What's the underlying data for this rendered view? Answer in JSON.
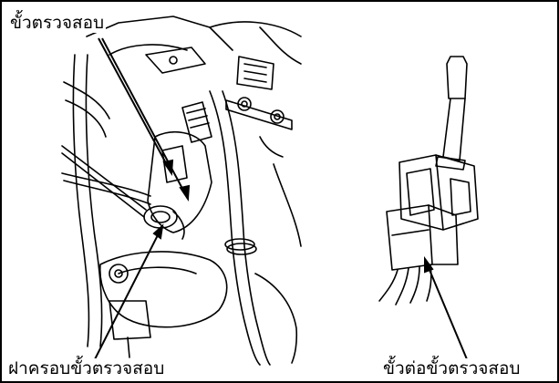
{
  "labels": {
    "test_terminal": "ขั้วตรวจสอบ",
    "terminal_cover": "ฝาครอบขั้วตรวจสอบ",
    "terminal_connector": "ขั้วต่อขั้วตรวจสอบ"
  }
}
